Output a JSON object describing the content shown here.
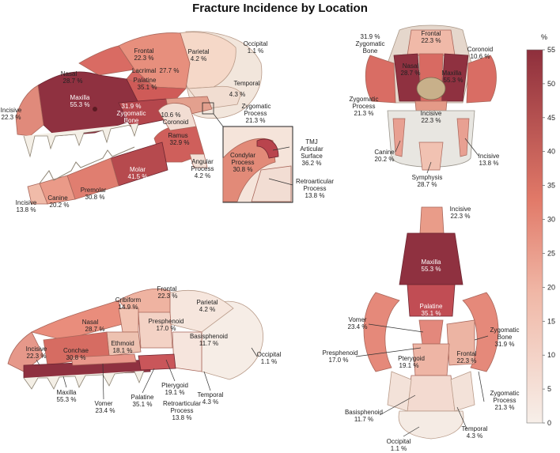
{
  "title": "Fracture Incidence by Location",
  "colorbar": {
    "unit": "%",
    "ticks": [
      "55",
      "50",
      "45",
      "40",
      "35",
      "30",
      "25",
      "20",
      "15",
      "10",
      "5",
      "0"
    ],
    "range": [
      0,
      55
    ],
    "color_low": "#f7efe9",
    "color_mid": "#e98a78",
    "color_high": "#8e2f3c"
  },
  "lateral": {
    "nasal": {
      "name": "Nasal",
      "value": "28.7 %"
    },
    "frontal": {
      "name": "Frontal",
      "value": "22.3 %"
    },
    "parietal": {
      "name": "Parietal",
      "value": "4.2 %"
    },
    "occipital": {
      "name": "Occipital",
      "value": "1.1 %"
    },
    "lacrimal": {
      "name": "Lacrimal",
      "value": "27.7 %"
    },
    "palatine": {
      "name": "Palatine",
      "value": "35.1 %"
    },
    "temporal": {
      "name": "Temporal",
      "value": "4.3 %"
    },
    "maxilla": {
      "name": "Maxilla",
      "value": "55.3 %"
    },
    "zygomatic_bone": {
      "name1": "Zygomatic",
      "name2": "Bone",
      "value": "31.9 %"
    },
    "zygomatic_process": {
      "name1": "Zygomatic",
      "name2": "Process",
      "value": "21.3 %"
    },
    "incisive_upper": {
      "name": "Incisive",
      "value": "22.3 %"
    },
    "coronoid": {
      "name": "Coronoid",
      "value": "10.6 %"
    },
    "ramus": {
      "name": "Ramus",
      "value": "32.9 %"
    },
    "angular": {
      "name1": "Angular",
      "name2": "Process",
      "value": "4.2 %"
    },
    "molar": {
      "name": "Molar",
      "value": "41.5 %"
    },
    "premolar": {
      "name": "Premolar",
      "value": "30.8 %"
    },
    "canine": {
      "name": "Canine",
      "value": "20.2 %"
    },
    "incisive_lower": {
      "name": "Incisive",
      "value": "13.8 %"
    },
    "condylar": {
      "name1": "Condylar",
      "name2": "Process",
      "value": "30.8 %"
    },
    "tmj": {
      "name1": "TMJ",
      "name2": "Articular",
      "name3": "Surface",
      "value": "36.2 %"
    },
    "retroarticular": {
      "name1": "Retroarticular",
      "name2": "Process",
      "value": "13.8 %"
    }
  },
  "frontal_view": {
    "zygomatic_bone": {
      "value": "31.9 %",
      "name1": "Zygomatic",
      "name2": "Bone"
    },
    "frontal": {
      "name": "Frontal",
      "value": "22.3 %"
    },
    "coronoid": {
      "name": "Coronoid",
      "value": "10.6 %"
    },
    "nasal": {
      "name": "Nasal",
      "value": "28.7 %"
    },
    "maxilla": {
      "name": "Maxilla",
      "value": "55.3 %"
    },
    "zygomatic_process": {
      "name1": "Zygomatic",
      "name2": "Process",
      "value": "21.3 %"
    },
    "incisive_upper": {
      "name": "Incisive",
      "value": "22.3 %"
    },
    "canine": {
      "name": "Canine",
      "value": "20.2 %"
    },
    "incisive_lower": {
      "name": "Incisive",
      "value": "13.8 %"
    },
    "symphysis": {
      "name": "Symphysis",
      "value": "28.7 %"
    }
  },
  "sagittal": {
    "frontal": {
      "name": "Frontal",
      "value": "22.3 %"
    },
    "cribiform": {
      "name": "Cribiform",
      "value": "14.9 %"
    },
    "parietal": {
      "name": "Parietal",
      "value": "4.2 %"
    },
    "nasal": {
      "name": "Nasal",
      "value": "28.7 %"
    },
    "presphenoid": {
      "name": "Presphenoid",
      "value": "17.0 %"
    },
    "ethmoid": {
      "name": "Ethmoid",
      "value": "18.1 %"
    },
    "basisphenoid": {
      "name": "Basisphenoid",
      "value": "11.7 %"
    },
    "incisive": {
      "name": "Incisive",
      "value": "22.3 %"
    },
    "conchae": {
      "name": "Conchae",
      "value": "30.8 %"
    },
    "occipital": {
      "name": "Occipital",
      "value": "1.1 %"
    },
    "pterygoid": {
      "name": "Pterygoid",
      "value": "19.1 %"
    },
    "temporal": {
      "name": "Temporal",
      "value": "4.3 %"
    },
    "maxilla": {
      "name": "Maxilla",
      "value": "55.3 %"
    },
    "vomer": {
      "name": "Vomer",
      "value": "23.4 %"
    },
    "palatine": {
      "name": "Palatine",
      "value": "35.1 %"
    },
    "retroarticular": {
      "name1": "Retroarticular",
      "name2": "Process",
      "value": "13.8 %"
    }
  },
  "ventral": {
    "incisive": {
      "name": "Incisive",
      "value": "22.3 %"
    },
    "maxilla": {
      "name": "Maxilla",
      "value": "55.3 %"
    },
    "palatine": {
      "name": "Palatine",
      "value": "35.1 %"
    },
    "vomer": {
      "name": "Vomer",
      "value": "23.4 %"
    },
    "zygomatic_bone": {
      "name1": "Zygomatic",
      "name2": "Bone",
      "value": "31.9 %"
    },
    "presphenoid": {
      "name": "Presphenoid",
      "value": "17.0 %"
    },
    "pterygoid": {
      "name": "Pterygoid",
      "value": "19.1 %"
    },
    "frontal": {
      "name": "Frontal",
      "value": "22.3 %"
    },
    "basisphenoid": {
      "name": "Basisphenoid",
      "value": "11.7 %"
    },
    "zygomatic_process": {
      "name1": "Zygomatic",
      "name2": "Process",
      "value": "21.3 %"
    },
    "temporal": {
      "name": "Temporal",
      "value": "4.3 %"
    },
    "occipital": {
      "name": "Occipital",
      "value": "1.1 %"
    }
  }
}
